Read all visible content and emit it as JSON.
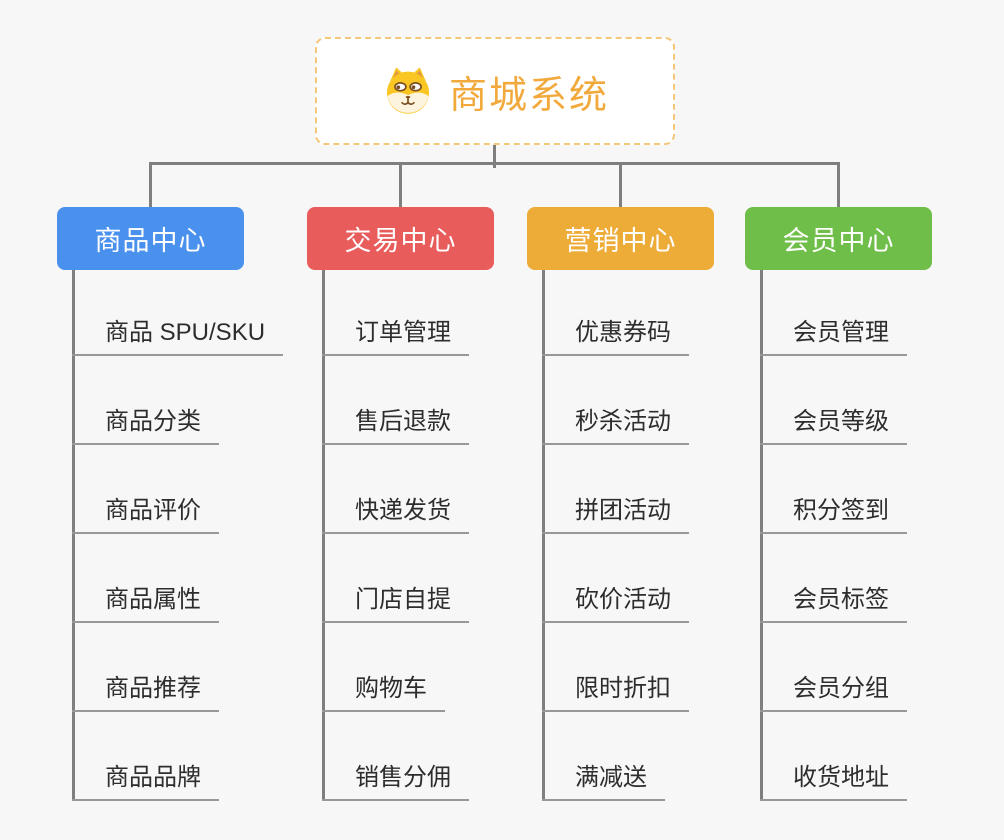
{
  "root": {
    "title": "商城系统",
    "icon": "dog-face-icon",
    "accent_color": "#F2A93C",
    "border_color": "#F5C77A"
  },
  "connector_color": "#7F7F7F",
  "branches": [
    {
      "label": "商品中心",
      "color": "#4A91EE",
      "items": [
        "商品 SPU/SKU",
        "商品分类",
        "商品评价",
        "商品属性",
        "商品推荐",
        "商品品牌"
      ]
    },
    {
      "label": "交易中心",
      "color": "#E85C5C",
      "items": [
        "订单管理",
        "售后退款",
        "快递发货",
        "门店自提",
        "购物车",
        "销售分佣"
      ]
    },
    {
      "label": "营销中心",
      "color": "#EDAB38",
      "items": [
        "优惠券码",
        "秒杀活动",
        "拼团活动",
        "砍价活动",
        "限时折扣",
        "满减送"
      ]
    },
    {
      "label": "会员中心",
      "color": "#6FBE49",
      "items": [
        "会员管理",
        "会员等级",
        "积分签到",
        "会员标签",
        "会员分组",
        "收货地址"
      ]
    }
  ]
}
